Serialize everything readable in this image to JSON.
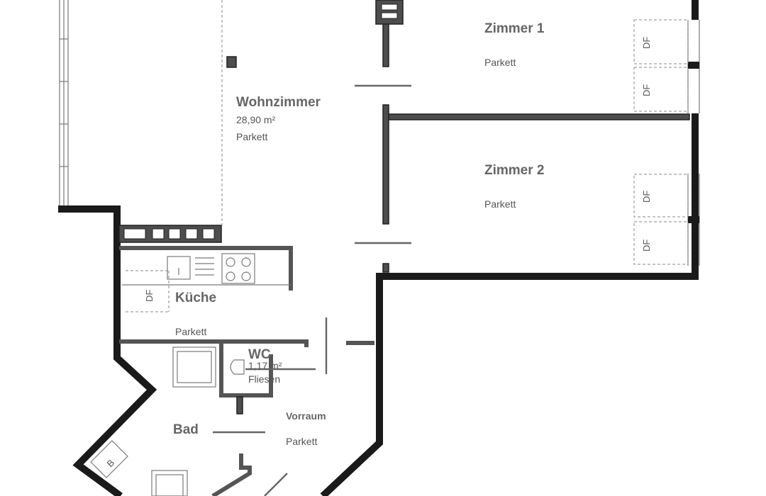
{
  "rooms": {
    "wohnzimmer": {
      "name": "Wohnzimmer",
      "area": "28,90 m²",
      "floor": "Parkett"
    },
    "zimmer1": {
      "name": "Zimmer 1",
      "floor": "Parkett"
    },
    "zimmer2": {
      "name": "Zimmer 2",
      "floor": "Parkett"
    },
    "kueche": {
      "name": "Küche",
      "floor": "Parkett"
    },
    "wc": {
      "name": "WC",
      "area": "1,17 m²",
      "floor": "Fliesen"
    },
    "vorraum": {
      "name": "Vorraum",
      "floor": "Parkett"
    },
    "bad": {
      "name": "Bad"
    }
  },
  "skylights": [
    "DF",
    "DF",
    "DF",
    "DF",
    "DF"
  ],
  "fixtures": {
    "boiler": "B"
  },
  "colors": {
    "wall": "#4d4d4d",
    "wall_outline": "#1a1a1a",
    "text": "#666666"
  }
}
